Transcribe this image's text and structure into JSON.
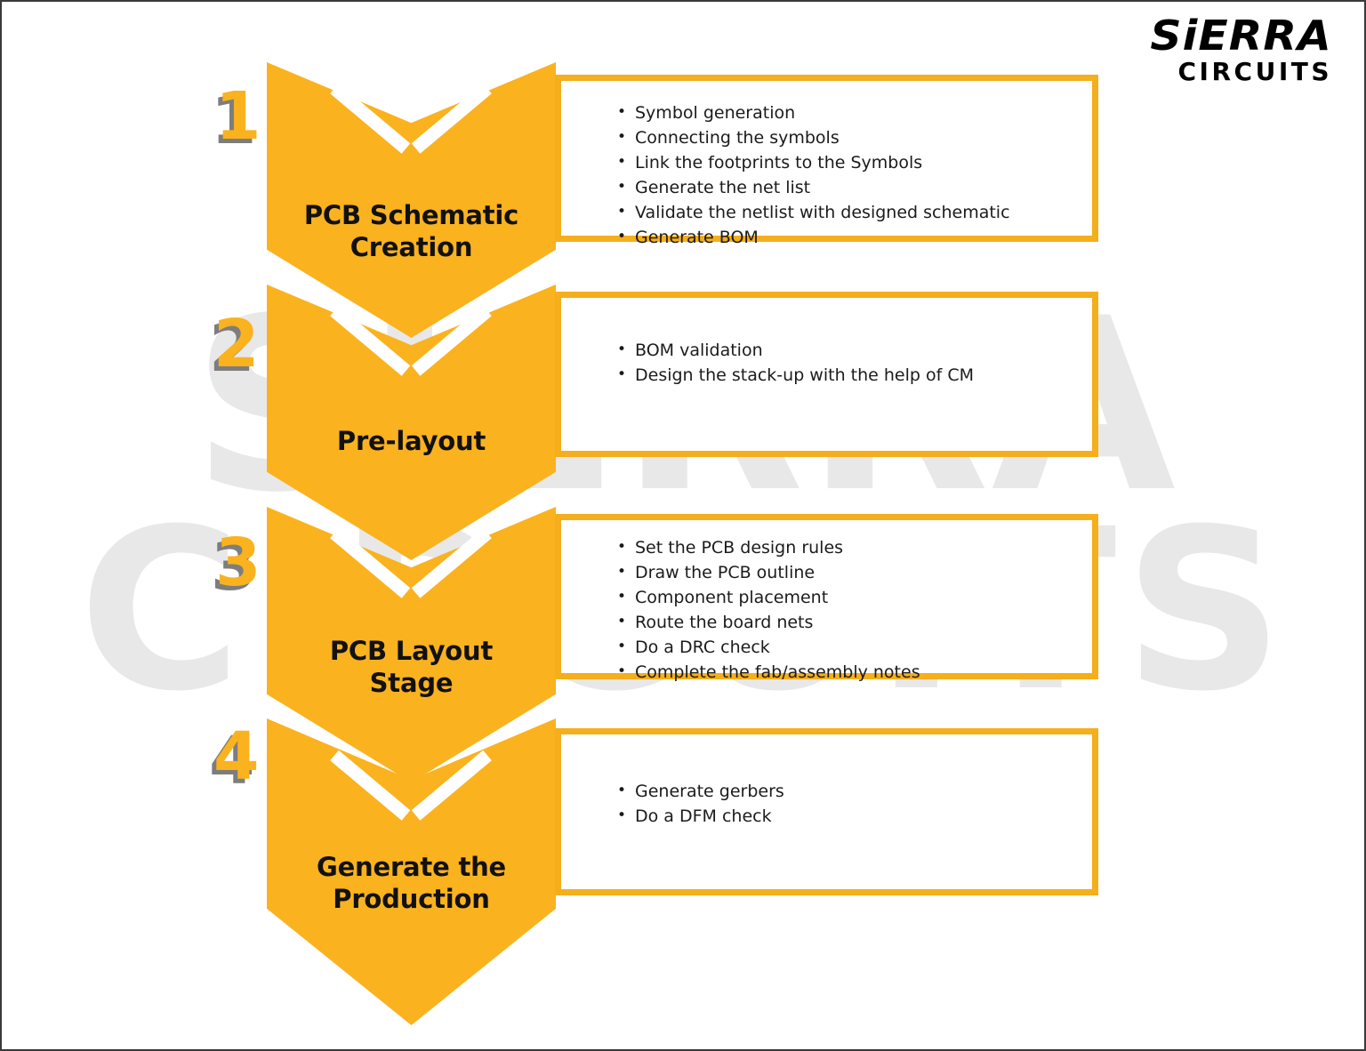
{
  "logo": {
    "line1": "SiERRA",
    "line2": "CIRCUITS"
  },
  "watermark": {
    "line1": "SIERRA",
    "line2": "CIRCUITS"
  },
  "colors": {
    "accent_yellow": "#FAB21F",
    "box_border": "#F5AE1C",
    "number_shadow": "#7d7d7d",
    "watermark_gray": "#e8e8e8",
    "text_dark": "#1b1b1b"
  },
  "stages": [
    {
      "number": "1",
      "title": "PCB Schematic\nCreation",
      "title_line1": "PCB Schematic",
      "title_line2": "Creation",
      "bullets": [
        "Symbol generation",
        "Connecting the symbols",
        "Link the footprints to the Symbols",
        "Generate the net list",
        "Validate the netlist with designed schematic",
        "Generate BOM"
      ]
    },
    {
      "number": "2",
      "title": "Pre-layout",
      "title_line1": "Pre-layout",
      "title_line2": "",
      "bullets": [
        "BOM validation",
        "Design the stack-up with the help of CM"
      ]
    },
    {
      "number": "3",
      "title": "PCB Layout\nStage",
      "title_line1": "PCB Layout",
      "title_line2": "Stage",
      "bullets": [
        "Set the PCB design rules",
        "Draw the PCB outline",
        "Component placement",
        "Route the board nets",
        "Do a DRC check",
        "Complete the fab/assembly notes"
      ]
    },
    {
      "number": "4",
      "title": "Generate the\nProduction",
      "title_line1": "Generate the",
      "title_line2": "Production",
      "bullets": [
        "Generate gerbers",
        "Do a DFM check"
      ]
    }
  ]
}
